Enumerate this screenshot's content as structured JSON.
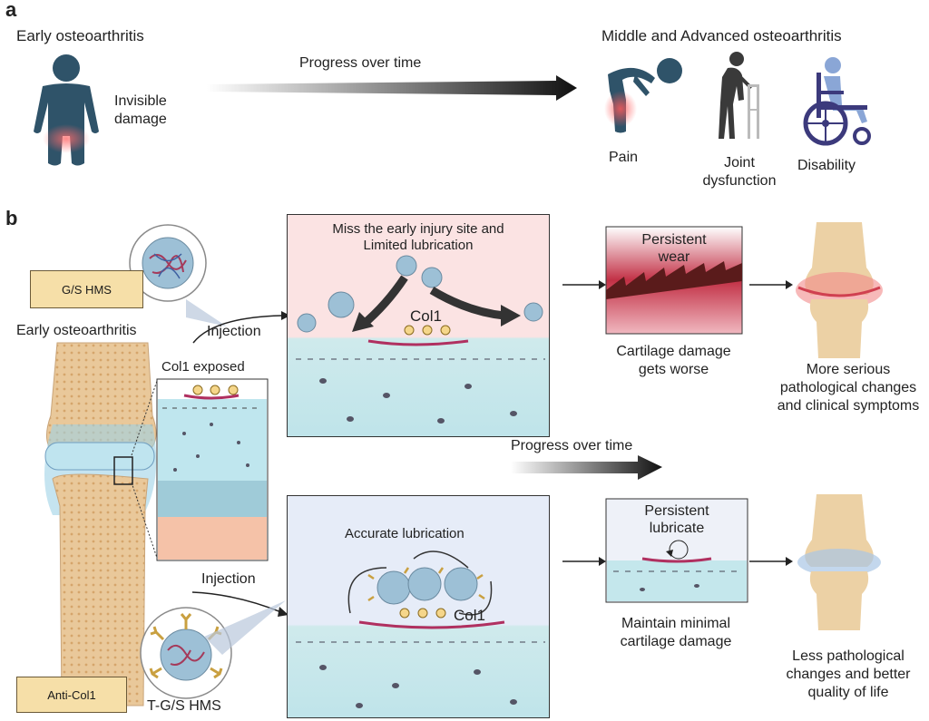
{
  "panel_a": {
    "letter": "a",
    "early_label": "Early osteoarthritis",
    "invisible_label": "Invisible\ndamage",
    "progress_label": "Progress over time",
    "advanced_label": "Middle and Advanced osteoarthritis",
    "outcomes": [
      "Pain",
      "Joint\ndysfunction",
      "Disability"
    ]
  },
  "panel_b": {
    "letter": "b",
    "gs_hms_label": "G/S HMS",
    "early_label": "Early osteoarthritis",
    "col1_exposed_label": "Col1 exposed",
    "injection_top": "Injection",
    "injection_bottom": "Injection",
    "anti_col1_label": "Anti-Col1",
    "tgs_hms_label": "T-G/S HMS",
    "top_box_title": "Miss the  early injury site and\nLimited lubrication",
    "top_col1": "Col1",
    "persistent_wear": "Persistent\nwear",
    "cartilage_worse": "Cartilage damage\ngets worse",
    "serious_changes": "More serious\npathological changes\nand clinical symptoms",
    "progress_label": "Progress over time",
    "bottom_box_title": "Accurate lubrication",
    "bottom_col1": "Col1",
    "persistent_lubricate": "Persistent\nlubricate",
    "maintain_minimal": "Maintain minimal\ncartilage damage",
    "less_changes": "Less pathological\nchanges and better\nquality of life"
  }
}
